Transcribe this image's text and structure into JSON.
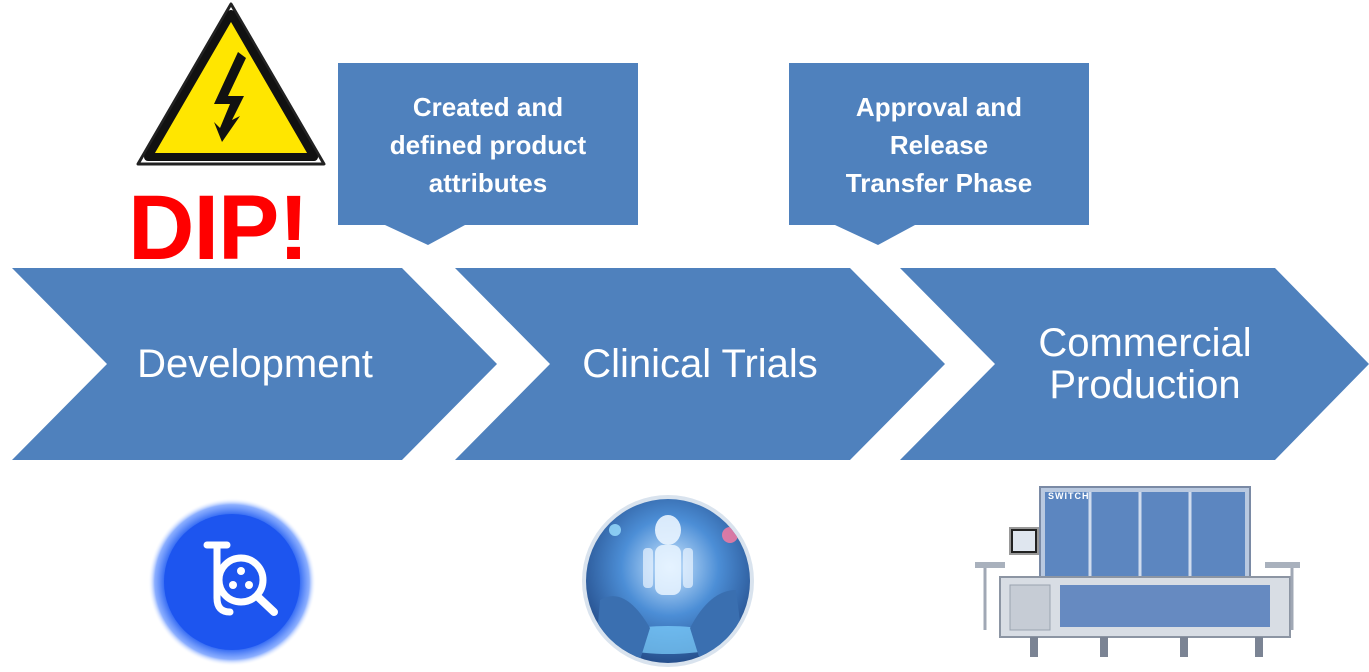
{
  "warning": {
    "icon": "high-voltage-warning-icon",
    "label": "DIP!"
  },
  "callouts": [
    {
      "text": "Created and\ndefined product\nattributes"
    },
    {
      "text": "Approval and\nRelease\nTransfer Phase"
    }
  ],
  "stages": [
    {
      "label": "Development",
      "icon": "research-magnifier-icon"
    },
    {
      "label": "Clinical Trials",
      "icon": "medical-hologram-image"
    },
    {
      "label": "Commercial\nProduction",
      "icon": "production-machine-image"
    }
  ],
  "machine": {
    "brand": "SWITCH"
  },
  "colors": {
    "chevron": "#4f81bd",
    "warning_red": "#ff0000",
    "warning_yellow": "#ffe600"
  }
}
